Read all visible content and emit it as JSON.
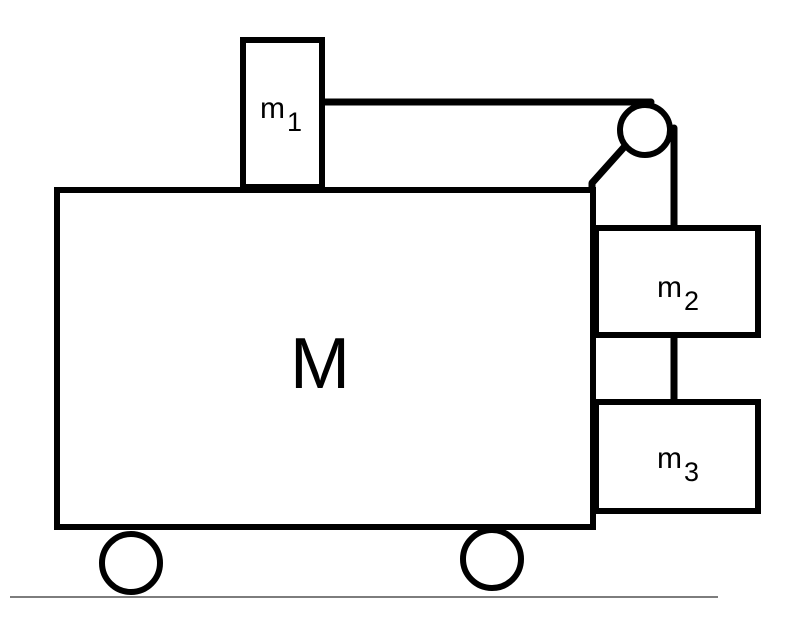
{
  "labels": {
    "cart": "M",
    "block1": {
      "main": "m",
      "subscript": "1"
    },
    "block2": {
      "main": "m",
      "subscript": "2"
    },
    "block3": {
      "main": "m",
      "subscript": "3"
    }
  },
  "colors": {
    "stroke": "#000000",
    "ground": "#7d7d7d",
    "background": "#ffffff"
  }
}
